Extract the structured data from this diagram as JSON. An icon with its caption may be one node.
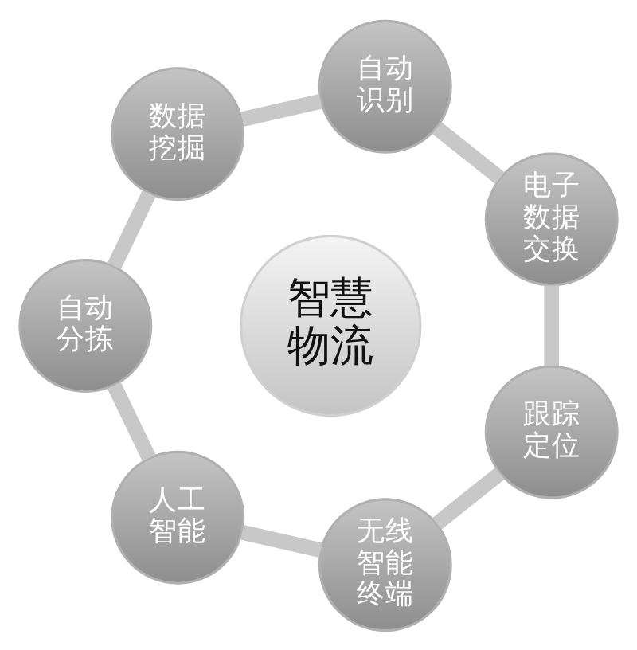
{
  "diagram": {
    "nodes": [
      {
        "text": [
          "智慧物流"
        ]
      },
      {
        "text": [
          "自动识别"
        ]
      },
      {
        "text": [
          "电子数据交换"
        ]
      },
      {
        "text": [
          "跟踪定位"
        ]
      },
      {
        "text": [
          "无线智能终端"
        ]
      },
      {
        "text": [
          "人工智能"
        ]
      },
      {
        "text": [
          "自动分拣"
        ]
      },
      {
        "text": [
          "数据挖掘"
        ]
      }
    ],
    "edges": [
      {
        "from": 1,
        "to": 2,
        "arrow": "none"
      },
      {
        "from": 2,
        "to": 3,
        "arrow": "none"
      },
      {
        "from": 3,
        "to": 4,
        "arrow": "none"
      },
      {
        "from": 4,
        "to": 5,
        "arrow": "none"
      },
      {
        "from": 5,
        "to": 6,
        "arrow": "none"
      },
      {
        "from": 6,
        "to": 7,
        "arrow": "none"
      },
      {
        "from": 7,
        "to": 1,
        "arrow": "none"
      }
    ]
  }
}
